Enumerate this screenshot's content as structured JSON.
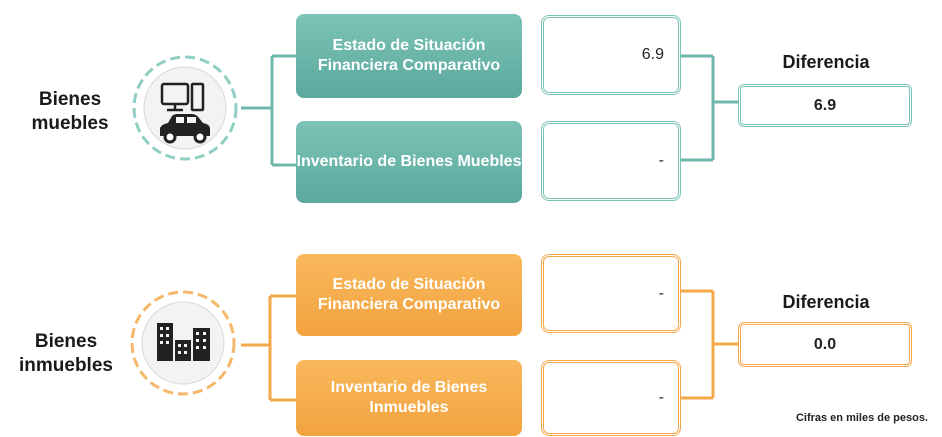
{
  "colors": {
    "teal": "#6fb7ab",
    "orange": "#f5a84a"
  },
  "muebles": {
    "label": "Bienes muebles",
    "icons": [
      "computer-icon",
      "car-icon"
    ],
    "box1_label": "Estado de Situación Financiera Comparativo",
    "box1_value": "6.9",
    "box2_label": "Inventario de Bienes Muebles",
    "box2_value": "-",
    "diff_title": "Diferencia",
    "diff_value": "6.9"
  },
  "inmuebles": {
    "label": "Bienes inmuebles",
    "icons": [
      "buildings-icon"
    ],
    "box1_label": "Estado de Situación Financiera Comparativo",
    "box1_value": "-",
    "box2_label": "Inventario de Bienes Inmuebles",
    "box2_value": "-",
    "diff_title": "Diferencia",
    "diff_value": "0.0"
  },
  "note": "Cifras en miles de pesos."
}
